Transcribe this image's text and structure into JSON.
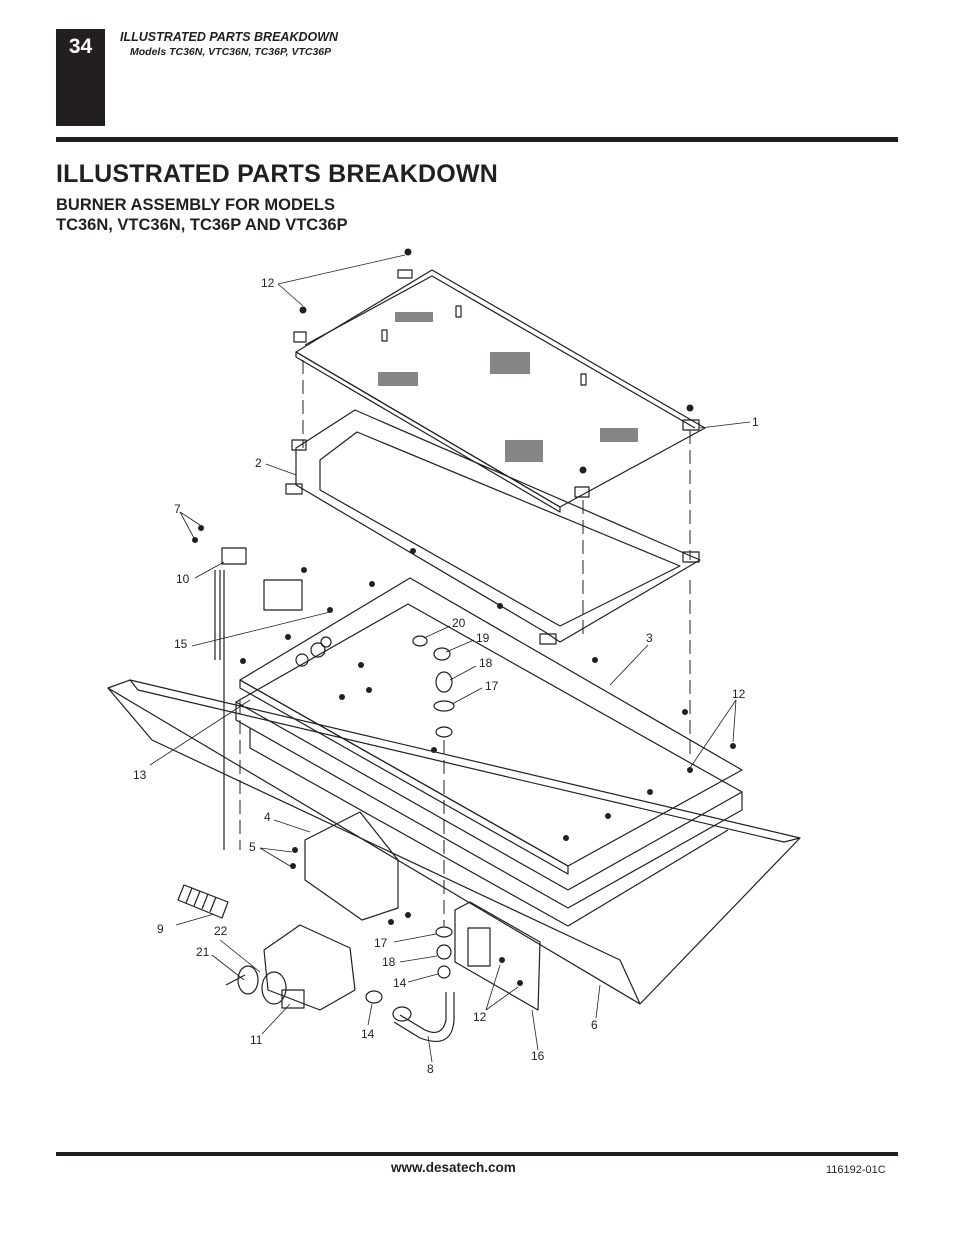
{
  "header": {
    "page_number": "34",
    "section": "ILLUSTRATED PARTS BREAKDOWN",
    "models": "Models TC36N, VTC36N, TC36P, VTC36P"
  },
  "title": "ILLUSTRATED PARTS BREAKDOWN",
  "subtitle_line1": "BURNER ASSEMBLY FOR MODELS",
  "subtitle_line2": "TC36N, VTC36N, TC36P AND VTC36P",
  "callouts": [
    {
      "id": "c12a",
      "text": "12"
    },
    {
      "id": "c1",
      "text": "1"
    },
    {
      "id": "c2",
      "text": "2"
    },
    {
      "id": "c7",
      "text": "7"
    },
    {
      "id": "c10",
      "text": "10"
    },
    {
      "id": "c15",
      "text": "15"
    },
    {
      "id": "c20",
      "text": "20"
    },
    {
      "id": "c19",
      "text": "19"
    },
    {
      "id": "c18a",
      "text": "18"
    },
    {
      "id": "c17a",
      "text": "17"
    },
    {
      "id": "c3",
      "text": "3"
    },
    {
      "id": "c12b",
      "text": "12"
    },
    {
      "id": "c13",
      "text": "13"
    },
    {
      "id": "c4",
      "text": "4"
    },
    {
      "id": "c5",
      "text": "5"
    },
    {
      "id": "c9",
      "text": "9"
    },
    {
      "id": "c22",
      "text": "22"
    },
    {
      "id": "c21",
      "text": "21"
    },
    {
      "id": "c17b",
      "text": "17"
    },
    {
      "id": "c18b",
      "text": "18"
    },
    {
      "id": "c14a",
      "text": "14"
    },
    {
      "id": "c12c",
      "text": "12"
    },
    {
      "id": "c6",
      "text": "6"
    },
    {
      "id": "c11",
      "text": "11"
    },
    {
      "id": "c14b",
      "text": "14"
    },
    {
      "id": "c16",
      "text": "16"
    },
    {
      "id": "c8",
      "text": "8"
    }
  ],
  "footer": {
    "url": "www.desatech.com",
    "doc_number": "116192-01C"
  }
}
